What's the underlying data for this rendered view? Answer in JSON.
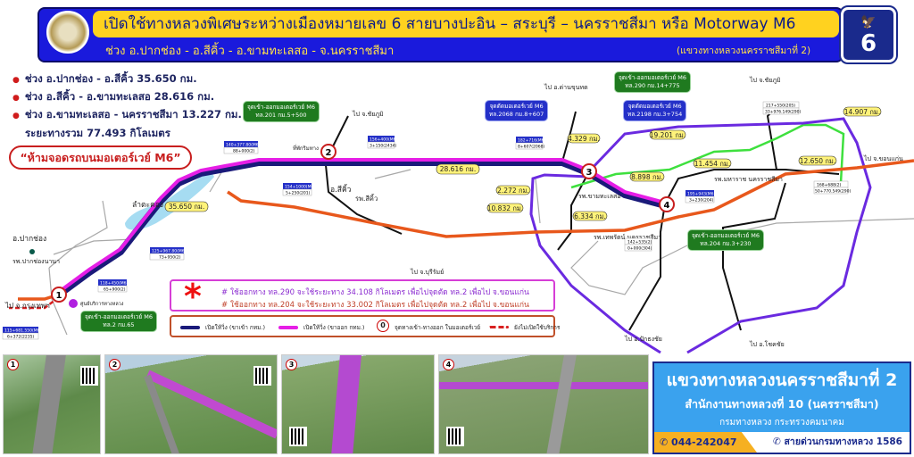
{
  "header": {
    "title": "เปิดใช้ทางหลวงพิเศษระหว่างเมืองหมายเลข 6 สายบางปะอิน – สระบุรี – นครราชสีมา หรือ Motorway M6",
    "subtitle": "ช่วง อ.ปากช่อง - อ.สีคิ้ว - อ.ขามทะเลสอ - จ.นครราชสีมา",
    "district": "(แขวงทางหลวงนครราชสีมาที่ 2)",
    "shield_number": "6",
    "shield_icon": "garuda-icon"
  },
  "segments": [
    "ช่วง อ.ปากช่อง - อ.สีคิ้ว 35.650 กม.",
    "ช่วง อ.สีคิ้ว - อ.ขามทะเลสอ 28.616 กม.",
    "ช่วง อ.ขามทะเลสอ - นครราชสีมา 13.227 กม."
  ],
  "total": "ระยะทางรวม 77.493 กิโลเมตร",
  "no_parking": "“ห้ามจอดรถบนมอเตอร์เวย์ M6”",
  "map": {
    "places": {
      "pakchong": "อ.ปากช่อง",
      "pakchong_hosp": "รพ.ปากช่องนานา",
      "lamtakhong": "ลำตะคอง",
      "sikhio": "อ.สีคิ้ว",
      "sikhio_hosp": "รพ.สีคิ้ว",
      "to_bangkok": "ไป จ.กรุงเทพฯ",
      "to_chaiyaphum1": "ไป จ.ชัยภูมิ",
      "to_chaiyaphum2": "ไป จ.ชัยภูมิ",
      "to_dankhunthot": "ไป อ.ด่านขุนทด",
      "to_buriram": "ไป จ.บุรีรัมย์",
      "to_khonkaen": "ไป จ.ขอนแก่น",
      "to_pakthongchai": "ไป อ.ปักธงชัย",
      "to_chokchai": "ไป อ.โชคชัย",
      "khamthalaso_hosp": "รพ.ขามทะเลสอ",
      "maharat_hosp": "รพ.มหาราช นครราชสีมา",
      "thepparat_hosp": "รพ.เทพรัตน์ นครราชสีมา",
      "rest1": "ที่พักริมทาง",
      "service": "ศูนย์บริการทางหลวง"
    },
    "distances": [
      "35.650 กม.",
      "28.616 กม.",
      "4.329 กม.",
      "19.201 กม.",
      "14.907 กม.",
      "2.272 กม.",
      "10.832 กม.",
      "6.334 กม.",
      "8.898 กม.",
      "11.454 กม.",
      "12.650 กม."
    ],
    "nodes": [
      "1",
      "2",
      "3",
      "4"
    ],
    "callouts": {
      "c1": [
        "จุดเข้า-ออกมอเตอร์เวย์ M6",
        "ทล.2 กม.65"
      ],
      "c2": [
        "จุดเข้า-ออกมอเตอร์เวย์ M6",
        "ทล.201 กม.5+500"
      ],
      "c3": [
        "จุดเข้า-ออกมอเตอร์เวย์ M6",
        "ทล.290 กม.14+775"
      ],
      "c4": [
        "จุดตัดมอเตอร์เวย์ M6",
        "ทล.2068 กม.8+607"
      ],
      "c5": [
        "จุดตัดมอเตอร์เวย์ M6",
        "ทล.2198 กม.3+754"
      ],
      "c6": [
        "จุดเข้า-ออกมอเตอร์เวย์ M6",
        "ทล.204 กม.3+230"
      ]
    },
    "chainages": [
      [
        "115+681.550(M6)",
        "6+372(2235)"
      ],
      [
        "118+450(M6)",
        "65+900(2)"
      ],
      [
        "125+967.80(M6)",
        "73+950(2)"
      ],
      [
        "140+377.80(M6)",
        "88+000(2)"
      ],
      [
        "154+1000(M6)",
        "5+250(201)"
      ],
      [
        "156+400(M6)",
        "3+150(2434)"
      ],
      [
        "182+716(M6)",
        "8+607(2068)"
      ],
      [
        "195+943(M6)",
        "3+230(204)"
      ],
      [
        "142+535(2)",
        "0+000(304)"
      ],
      [
        "217+550(205)",
        "33+976.149(290)"
      ],
      [
        "168+688(2)",
        "50+770.549(290)"
      ]
    ]
  },
  "notes": [
    "# ใช้ออกทาง ทล.290 จะใช้ระยะทาง 34.108 กิโลเมตร เพื่อไปจุดตัด ทล.2 เพื่อไป จ.ขอนแก่น",
    "# ใช้ออกทาง ทล.204 จะใช้ระยะทาง 33.002 กิโลเมตร เพื่อไปจุดตัด ทล.2 เพื่อไป จ.ขอนแก่น"
  ],
  "legend": {
    "inbound": "เปิดให้วิ่ง (ขาเข้า กทม.)",
    "outbound": "เปิดให้วิ่ง (ขาออก กทม.)",
    "node_symbol": "0",
    "node": "จุดทางเข้า-ทางออก ในมอเตอร์เวย์",
    "closed": "ยังไม่เปิดใช้บริการ"
  },
  "photos": [
    "1",
    "2",
    "3",
    "4"
  ],
  "info": {
    "office": "แขวงทางหลวงนครราชสีมาที่ 2",
    "bureau": "สำนักงานทางหลวงที่ 10 (นครราชสีมา)",
    "dept": "กรมทางหลวง กระทรวงคมนาคม",
    "phone": "044-242047",
    "hotline": "สายด่วนกรมทางหลวง 1586"
  },
  "colors": {
    "inbound": "#1a1a7a",
    "outbound": "#e61ee6",
    "road2": "#e8581c",
    "road290": "#6a2ae0",
    "green": "#3ee03e"
  }
}
